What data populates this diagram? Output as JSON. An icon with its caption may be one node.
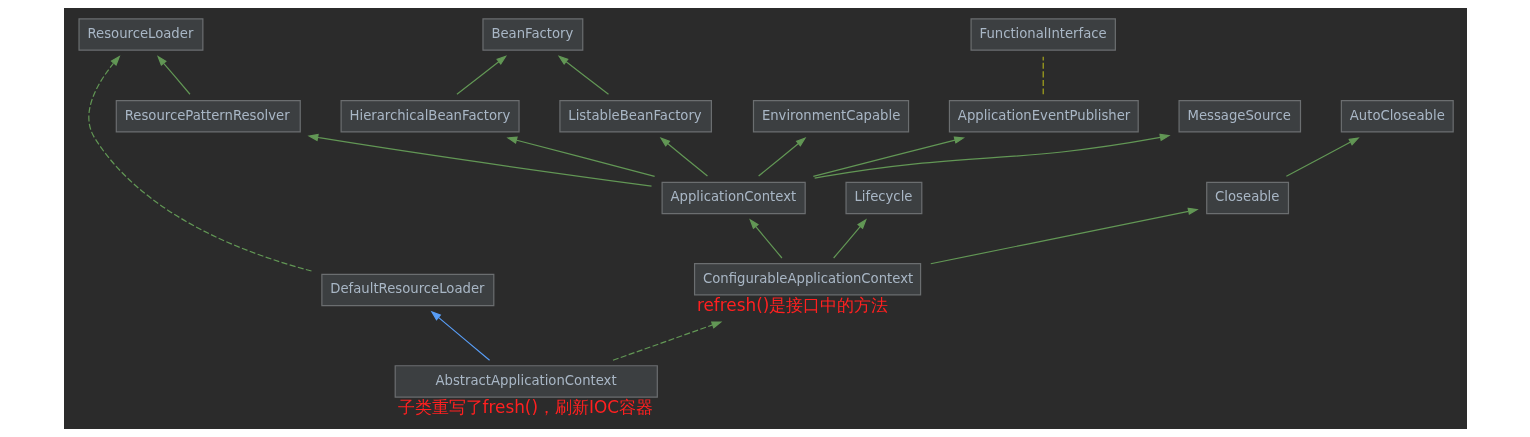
{
  "diagram": {
    "nodes": [
      {
        "text": [
          "ResourceLoader"
        ]
      },
      {
        "text": [
          "BeanFactory"
        ]
      },
      {
        "text": [
          "FunctionalInterface"
        ]
      },
      {
        "text": [
          "DefaultResourceLoader"
        ]
      },
      {
        "text": [
          "ResourcePatternResolver"
        ]
      },
      {
        "text": [
          "HierarchicalBeanFactory"
        ]
      },
      {
        "text": [
          "ListableBeanFactory"
        ]
      },
      {
        "text": [
          "EnvironmentCapable"
        ]
      },
      {
        "text": [
          "ApplicationEventPublisher"
        ]
      },
      {
        "text": [
          "MessageSource"
        ]
      },
      {
        "text": [
          "AutoCloseable"
        ]
      },
      {
        "text": [
          "ApplicationContext"
        ]
      },
      {
        "text": [
          "Lifecycle"
        ]
      },
      {
        "text": [
          "Closeable"
        ]
      },
      {
        "text": [
          "ConfigurableApplicationContext"
        ],
        "beside": [
          "refresh()是接口中的方法"
        ]
      },
      {
        "text": [
          "AbstractApplicationContext"
        ],
        "beside": [
          "子类重写了fresh()，刷新IOC容器"
        ]
      }
    ],
    "edges": [
      {
        "from": 3,
        "to": 0,
        "arrow": "to",
        "style": "dashed"
      },
      {
        "from": 4,
        "to": 0,
        "arrow": "to"
      },
      {
        "from": 5,
        "to": 1,
        "arrow": "to"
      },
      {
        "from": 6,
        "to": 1,
        "arrow": "to"
      },
      {
        "from": 8,
        "to": 2,
        "arrow": "none",
        "style": "dashed",
        "color": "#a5a51c"
      },
      {
        "from": 11,
        "to": 4,
        "arrow": "to"
      },
      {
        "from": 11,
        "to": 5,
        "arrow": "to"
      },
      {
        "from": 11,
        "to": 6,
        "arrow": "to"
      },
      {
        "from": 11,
        "to": 7,
        "arrow": "to"
      },
      {
        "from": 11,
        "to": 8,
        "arrow": "to"
      },
      {
        "from": 11,
        "to": 9,
        "arrow": "to"
      },
      {
        "from": 13,
        "to": 10,
        "arrow": "to"
      },
      {
        "from": 14,
        "to": 11,
        "arrow": "to"
      },
      {
        "from": 14,
        "to": 12,
        "arrow": "to"
      },
      {
        "from": 14,
        "to": 13,
        "arrow": "to"
      },
      {
        "from": 15,
        "to": 3,
        "arrow": "to",
        "color": "#589df6"
      },
      {
        "from": 15,
        "to": 14,
        "arrow": "to",
        "style": "dashed"
      }
    ]
  }
}
